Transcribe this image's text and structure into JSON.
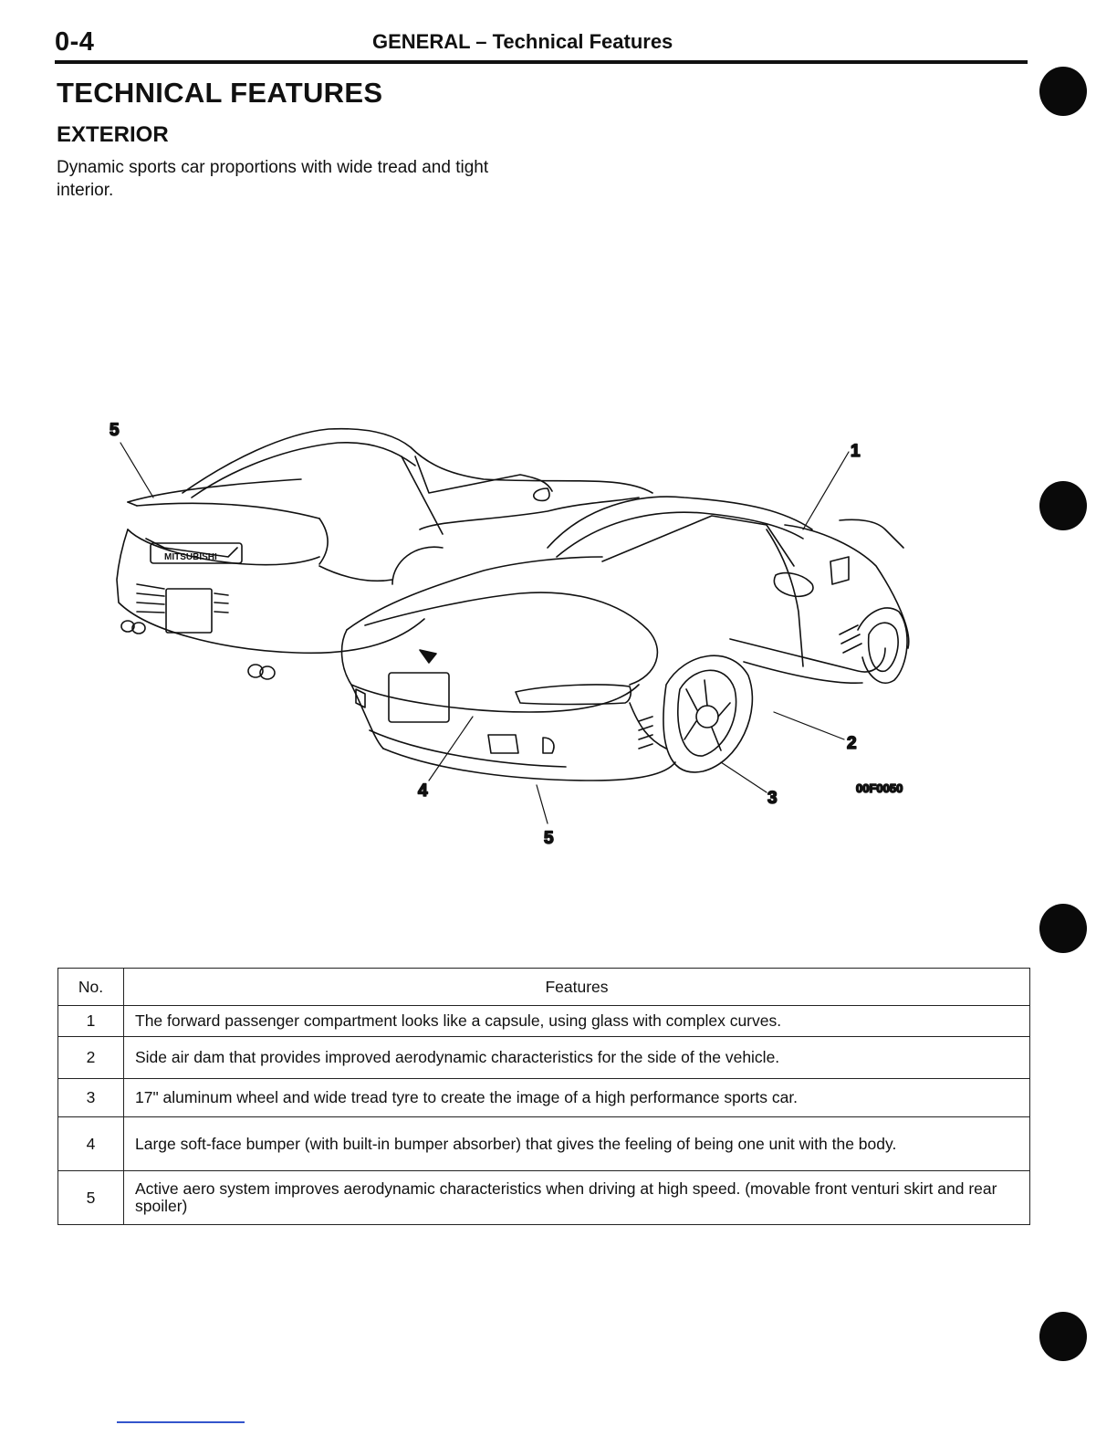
{
  "header": {
    "page_number": "0-4",
    "running_head": "GENERAL – Technical Features"
  },
  "section_title": "TECHNICAL FEATURES",
  "subsection_title": "EXTERIOR",
  "intro": "Dynamic sports car proportions with wide tread and tight interior.",
  "figure": {
    "callouts": [
      "1",
      "2",
      "3",
      "4",
      "5",
      "5"
    ],
    "code": "00F0050",
    "badge_text": "MITSUBISHI"
  },
  "table": {
    "headers": [
      "No.",
      "Features"
    ],
    "rows": [
      {
        "no": "1",
        "feature": "The forward passenger compartment looks like a capsule, using glass with complex curves."
      },
      {
        "no": "2",
        "feature": "Side air dam that provides improved aerodynamic characteristics for the side of the vehicle."
      },
      {
        "no": "3",
        "feature": "17\" aluminum wheel and wide tread tyre to create the image of a high performance sports car."
      },
      {
        "no": "4",
        "feature": "Large soft-face bumper (with built-in bumper absorber) that gives the feeling of being one unit with the body."
      },
      {
        "no": "5",
        "feature": "Active aero system improves aerodynamic characteristics when driving at high speed. (movable front venturi skirt and rear spoiler)"
      }
    ]
  }
}
